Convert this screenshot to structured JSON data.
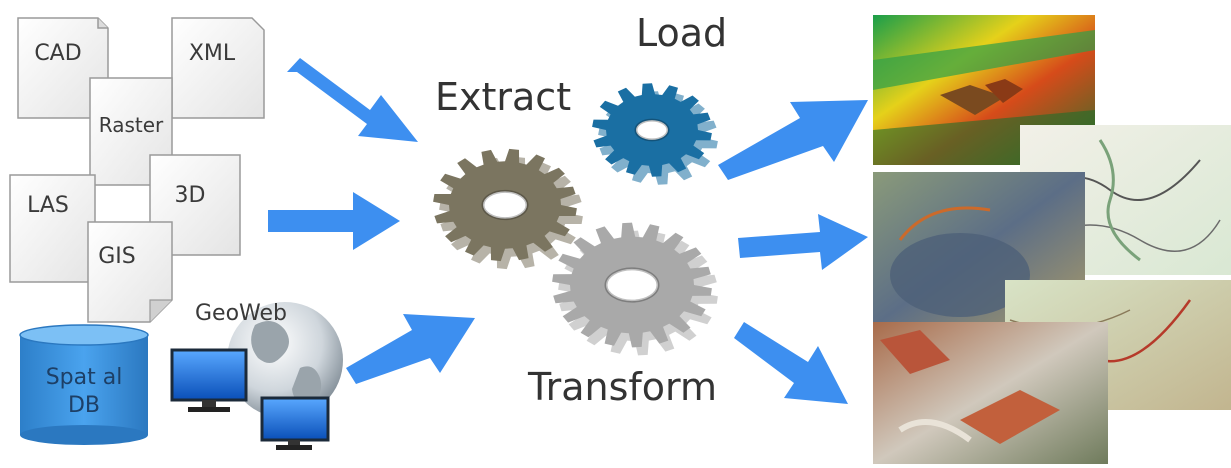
{
  "sources": {
    "documents": [
      {
        "label": "CAD"
      },
      {
        "label": "XML"
      },
      {
        "label": "Raster"
      },
      {
        "label": "LAS"
      },
      {
        "label": "3D"
      },
      {
        "label": "GIS"
      }
    ],
    "database_label_line1": "Spat al",
    "database_label_line2": "DB",
    "geoweb_label": "GeoWeb"
  },
  "process": {
    "extract_label": "Extract",
    "load_label": "Load",
    "transform_label": "Transform"
  },
  "colors": {
    "arrow": "#3d8ff0",
    "gear_extract": "#7b7560",
    "gear_load": "#1a6fa3",
    "gear_transform": "#a9a9a9",
    "database": "#3a8fd6",
    "monitor": "#1e6fd1"
  },
  "outputs": {
    "images": [
      {
        "name": "lidar-point-cloud-image"
      },
      {
        "name": "topographic-map-image"
      },
      {
        "name": "aerial-photo-image"
      },
      {
        "name": "terrain-map-image"
      },
      {
        "name": "city-3d-image"
      }
    ]
  }
}
